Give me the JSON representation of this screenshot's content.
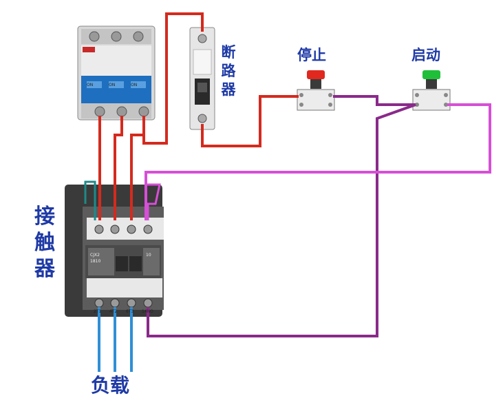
{
  "labels": {
    "breaker_chars": [
      "断",
      "路",
      "器"
    ],
    "stop": "停止",
    "start": "启动",
    "contactor_chars": [
      "接",
      "触",
      "器"
    ],
    "load": "负载"
  },
  "device_text": {
    "mcb_poles": [
      "ON",
      "ON",
      "ON"
    ],
    "contactor_model": [
      "CJX2",
      "1810"
    ],
    "contactor_rating": "10",
    "contactor_bottom_terminals": [
      "2T1",
      "4T2",
      "6T3",
      "14NO"
    ]
  },
  "colors": {
    "label": "#1f3aa6",
    "phase_wire": "#d42a1e",
    "control_wire_purple": "#8a2a8a",
    "control_wire_magenta": "#d64fd6",
    "load_wire": "#2f8fd6",
    "teal_link": "#1f8a8a",
    "stop_button": "#e0281e",
    "start_button": "#1fbf3a"
  }
}
